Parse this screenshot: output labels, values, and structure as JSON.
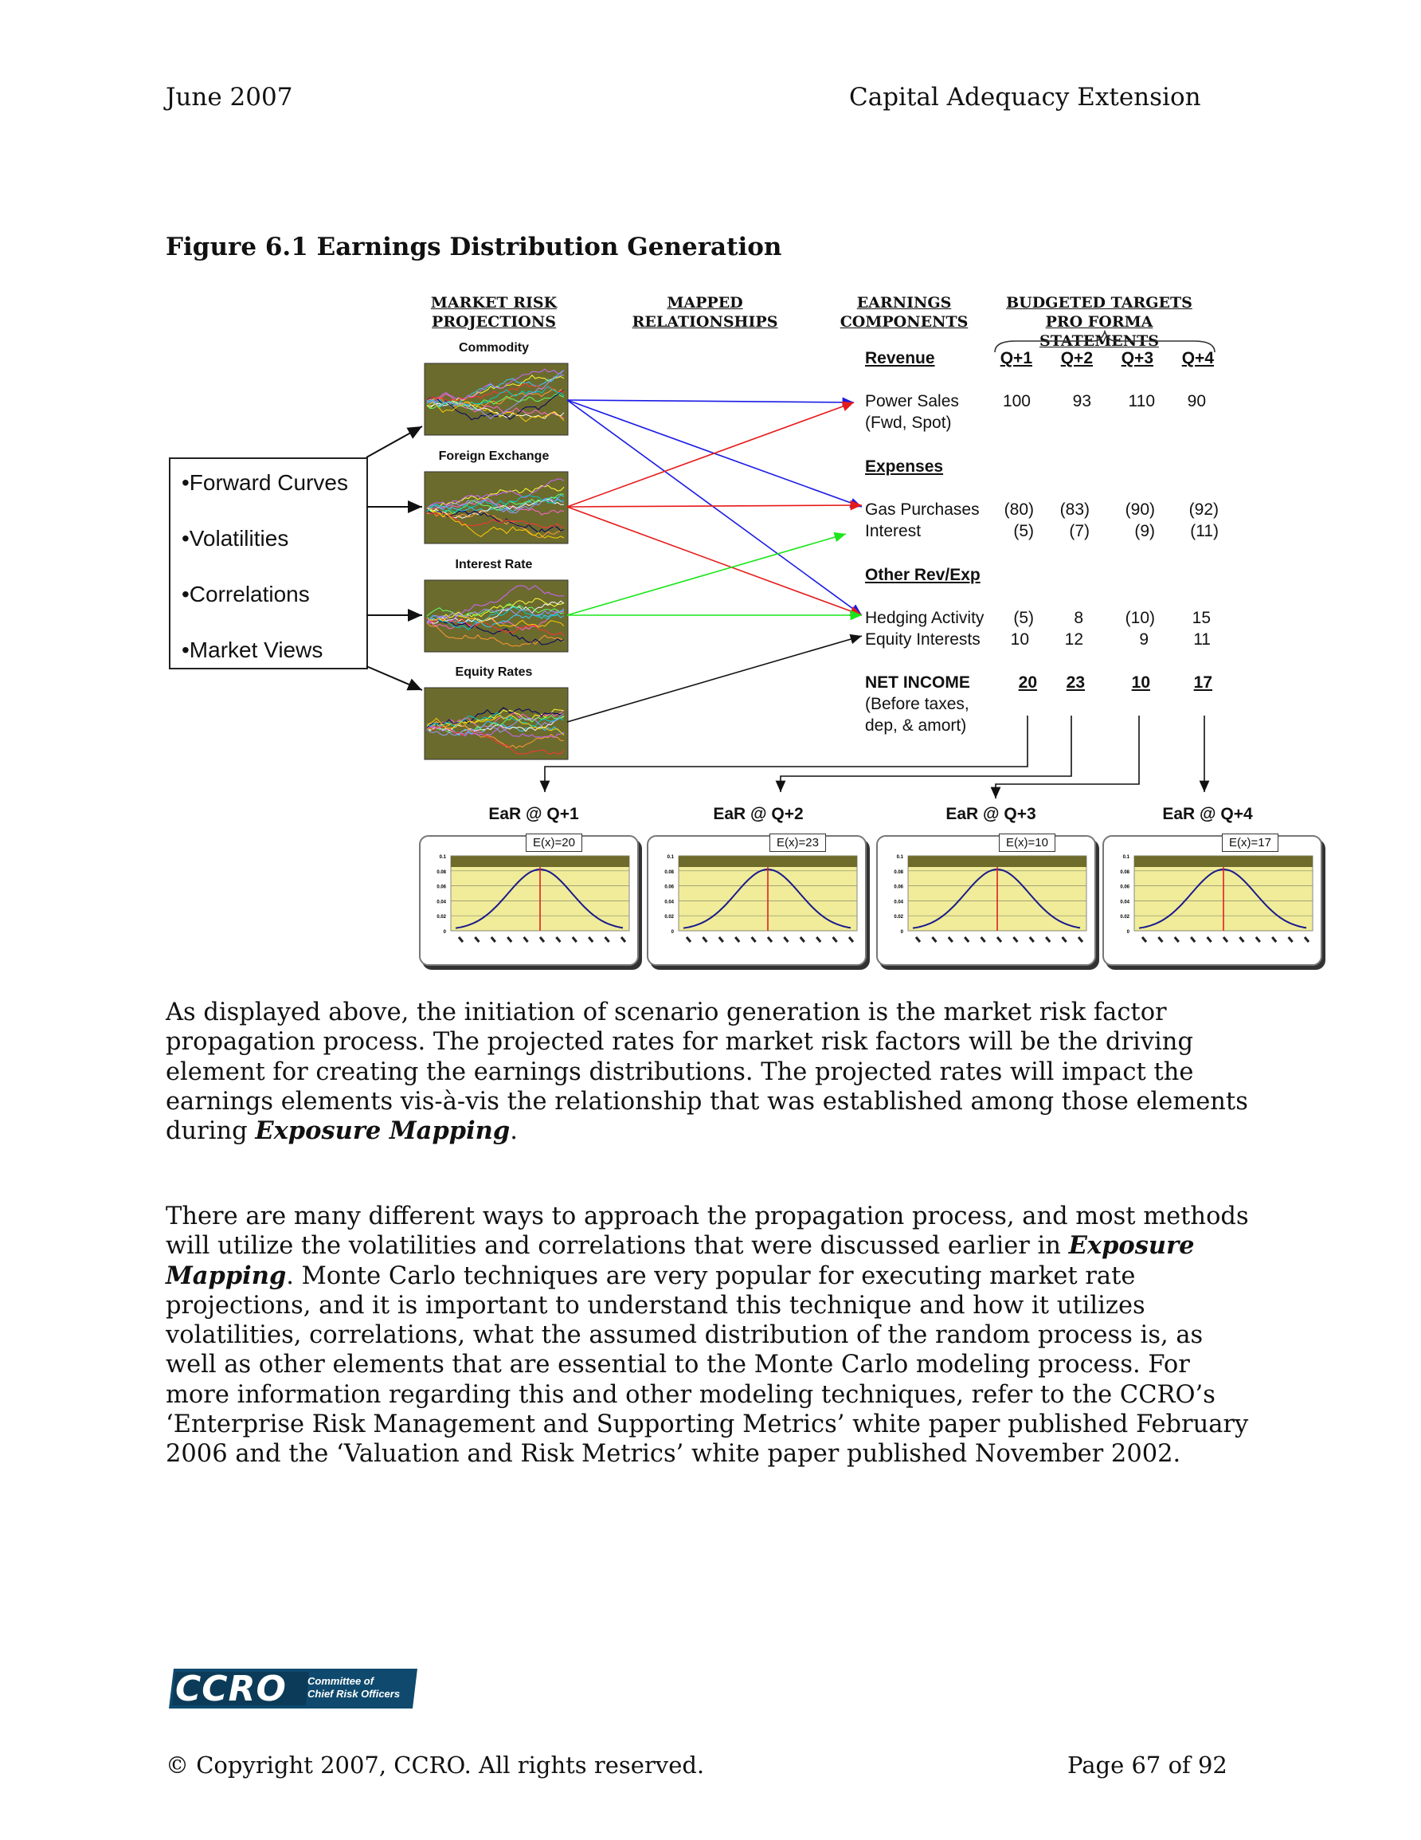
{
  "header": {
    "left": "June 2007",
    "right": "Capital Adequacy Extension"
  },
  "figure": {
    "title": "Figure 6.1 Earnings Distribution Generation",
    "columns": {
      "col1": [
        "MARKET RISK",
        "PROJECTIONS"
      ],
      "col2": [
        "MAPPED",
        "RELATIONSHIPS"
      ],
      "col3": [
        "EARNINGS",
        "COMPONENTS"
      ],
      "col4": [
        "BUDGETED TARGETS",
        "PRO FORMA STATEMENTS"
      ]
    },
    "inputs": [
      "•Forward Curves",
      "•Volatilities",
      "•Correlations",
      "•Market Views"
    ],
    "panels": [
      "Commodity",
      "Foreign Exchange",
      "Interest Rate",
      "Equity Rates"
    ],
    "quarters": [
      "Q+1",
      "Q+2",
      "Q+3",
      "Q+4"
    ],
    "sections": {
      "revenue": "Revenue",
      "expenses": "Expenses ",
      "other": "Other Rev/Exp"
    },
    "rows": [
      {
        "label": "Power Sales",
        "sub": "(Fwd, Spot)",
        "values": [
          "100",
          "93",
          "110",
          "90"
        ]
      },
      {
        "label": "Gas Purchases",
        "values": [
          "(80)",
          "(83)",
          "(90)",
          "(92)"
        ]
      },
      {
        "label": "Interest",
        "values": [
          "(5)",
          "(7)",
          "(9)",
          "(11)"
        ]
      },
      {
        "label": "Hedging Activity",
        "values": [
          "(5)",
          "8",
          "(10)",
          "15"
        ]
      },
      {
        "label": "Equity Interests",
        "values": [
          "10",
          "12",
          "9",
          "11"
        ]
      }
    ],
    "net_income": {
      "label": "NET INCOME",
      "sub1": "(Before taxes,",
      "sub2": "dep, & amort)",
      "values": [
        "20",
        "23",
        "10",
        "17"
      ]
    },
    "ear": [
      {
        "label": "EaR @ Q+1",
        "ex": "E(x)=20"
      },
      {
        "label": "EaR @ Q+2",
        "ex": "E(x)=23"
      },
      {
        "label": "EaR @ Q+3",
        "ex": "E(x)=10"
      },
      {
        "label": "EaR @ Q+4",
        "ex": "E(x)=17"
      }
    ],
    "yticks": [
      "0.1",
      "0.08",
      "0.06",
      "0.04",
      "0.02",
      "0"
    ]
  },
  "paragraph1": {
    "text": "As displayed above, the initiation of scenario generation is the market risk factor propagation process.  The projected rates for market risk factors will be the driving element for creating the earnings distributions.  The projected rates will impact the earnings elements vis-à-vis the relationship that was established among those elements during ",
    "emph": "Exposure Mapping",
    "tail": "."
  },
  "paragraph2": {
    "pre": "There are many different ways to approach the propagation process, and most methods will utilize the volatilities and correlations that were discussed earlier in ",
    "emph": "Exposure Mapping",
    "post": ".  Monte Carlo techniques are very popular for executing market rate projections, and it is important to understand this technique and how it utilizes volatilities, correlations, what the assumed distribution of the random process is, as well as other elements that are essential to the Monte Carlo modeling process.  For more information regarding this and other modeling techniques, refer to the CCRO’s ‘Enterprise Risk Management and Supporting Metrics’ white paper published February 2006 and the ‘Valuation and Risk Metrics’ white paper published November 2002."
  },
  "logo": {
    "mark": "CCRO",
    "line1": "Committee of",
    "line2": "Chief Risk Officers"
  },
  "footer": {
    "left": "© Copyright 2007, CCRO.  All rights reserved.",
    "right": "Page 67 of 92"
  }
}
